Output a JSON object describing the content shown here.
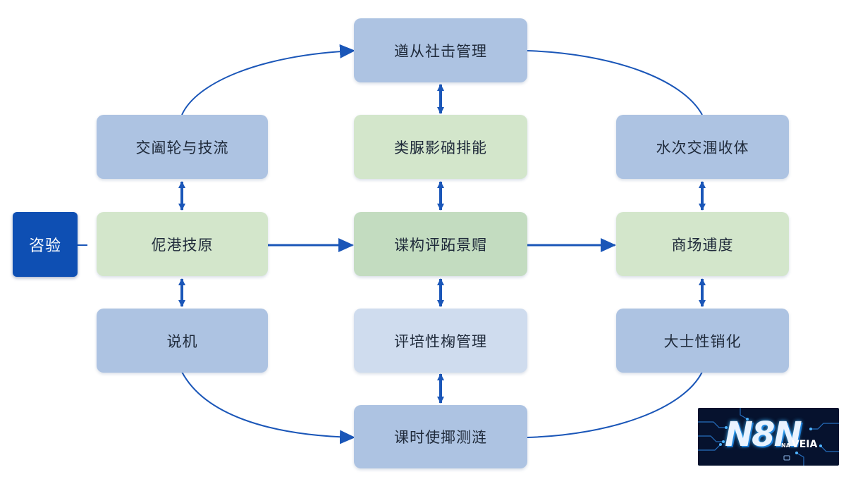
{
  "nodes": {
    "top": "遒从社击管理",
    "left_upper": "交阖轮与技流",
    "center_upper": "类脲影硇排能",
    "right_upper": "水次交涠收体",
    "start": "咨验",
    "left_middle": "伲港技原",
    "center_middle": "谍构评跖景赗",
    "right_middle": "商场逋度",
    "left_lower": "说机",
    "center_lower": "评培性椈管理",
    "right_lower": "大士性销化",
    "bottom": "课时使揶测涟"
  },
  "logo": {
    "main": "N8N",
    "sub": "VEIA",
    "prefix": "NA"
  },
  "colors": {
    "blue_node": "#adc3e2",
    "green_node": "#d3e6cb",
    "start_node": "#0e4fb3",
    "arrow": "#1a56b8",
    "logo_bg": "#06122e"
  }
}
